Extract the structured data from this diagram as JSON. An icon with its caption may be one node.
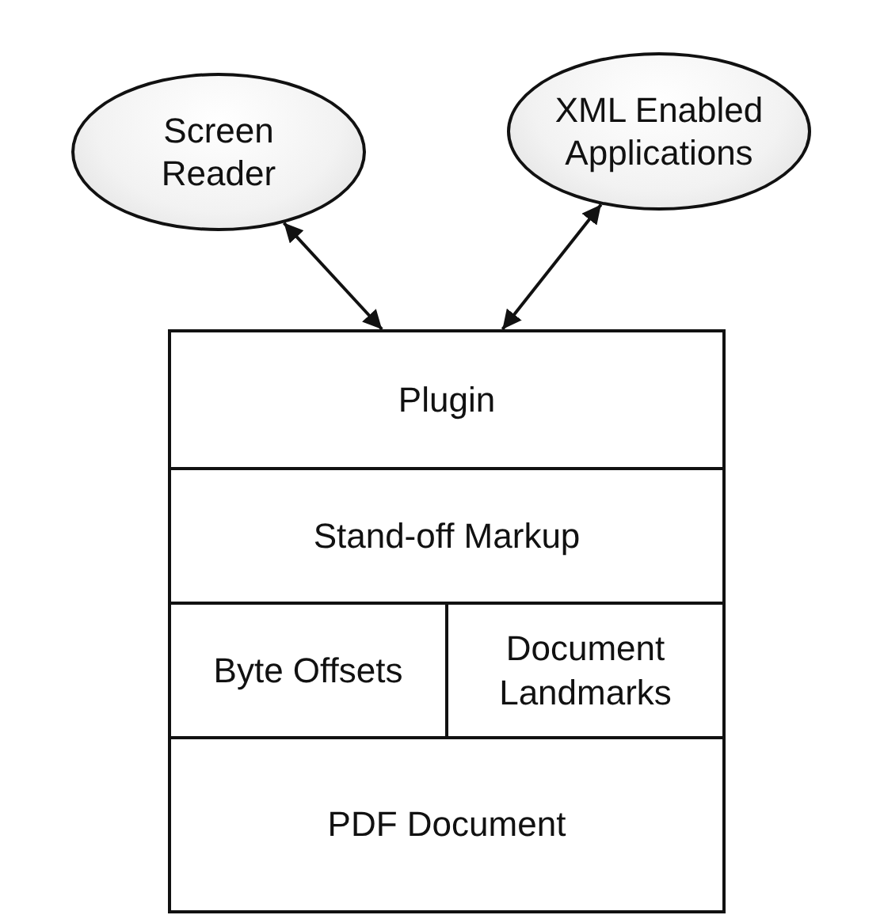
{
  "diagram": {
    "nodes": [
      {
        "text": [
          "Screen Reader"
        ]
      },
      {
        "text": [
          "XML Enabled Applications"
        ]
      },
      {
        "text": [
          "Plugin"
        ]
      },
      {
        "text": [
          "Stand-off Markup"
        ]
      },
      {
        "text": [
          "Byte Offsets"
        ]
      },
      {
        "text": [
          "Document Landmarks"
        ]
      },
      {
        "text": [
          "PDF Document"
        ]
      }
    ],
    "edges": [
      {
        "from": 0,
        "to": 2,
        "arrow": "both"
      },
      {
        "from": 1,
        "to": 2,
        "arrow": "both"
      }
    ]
  }
}
